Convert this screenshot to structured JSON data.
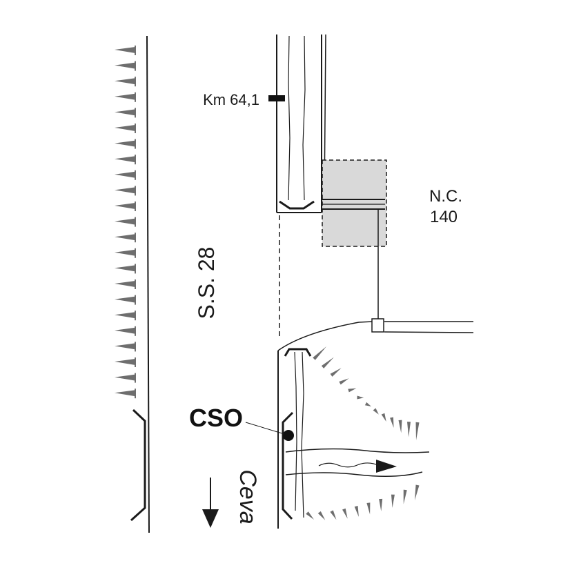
{
  "labels": {
    "km": "Km 64,1",
    "road": "S.S. 28",
    "nc_line1": "N.C.",
    "nc_line2": "140",
    "cso": "CSO",
    "direction": "Ceva"
  },
  "colors": {
    "line": "#1a1a1a",
    "hatch": "#6e6e6e",
    "highlight_fill": "#d9d9d9"
  }
}
